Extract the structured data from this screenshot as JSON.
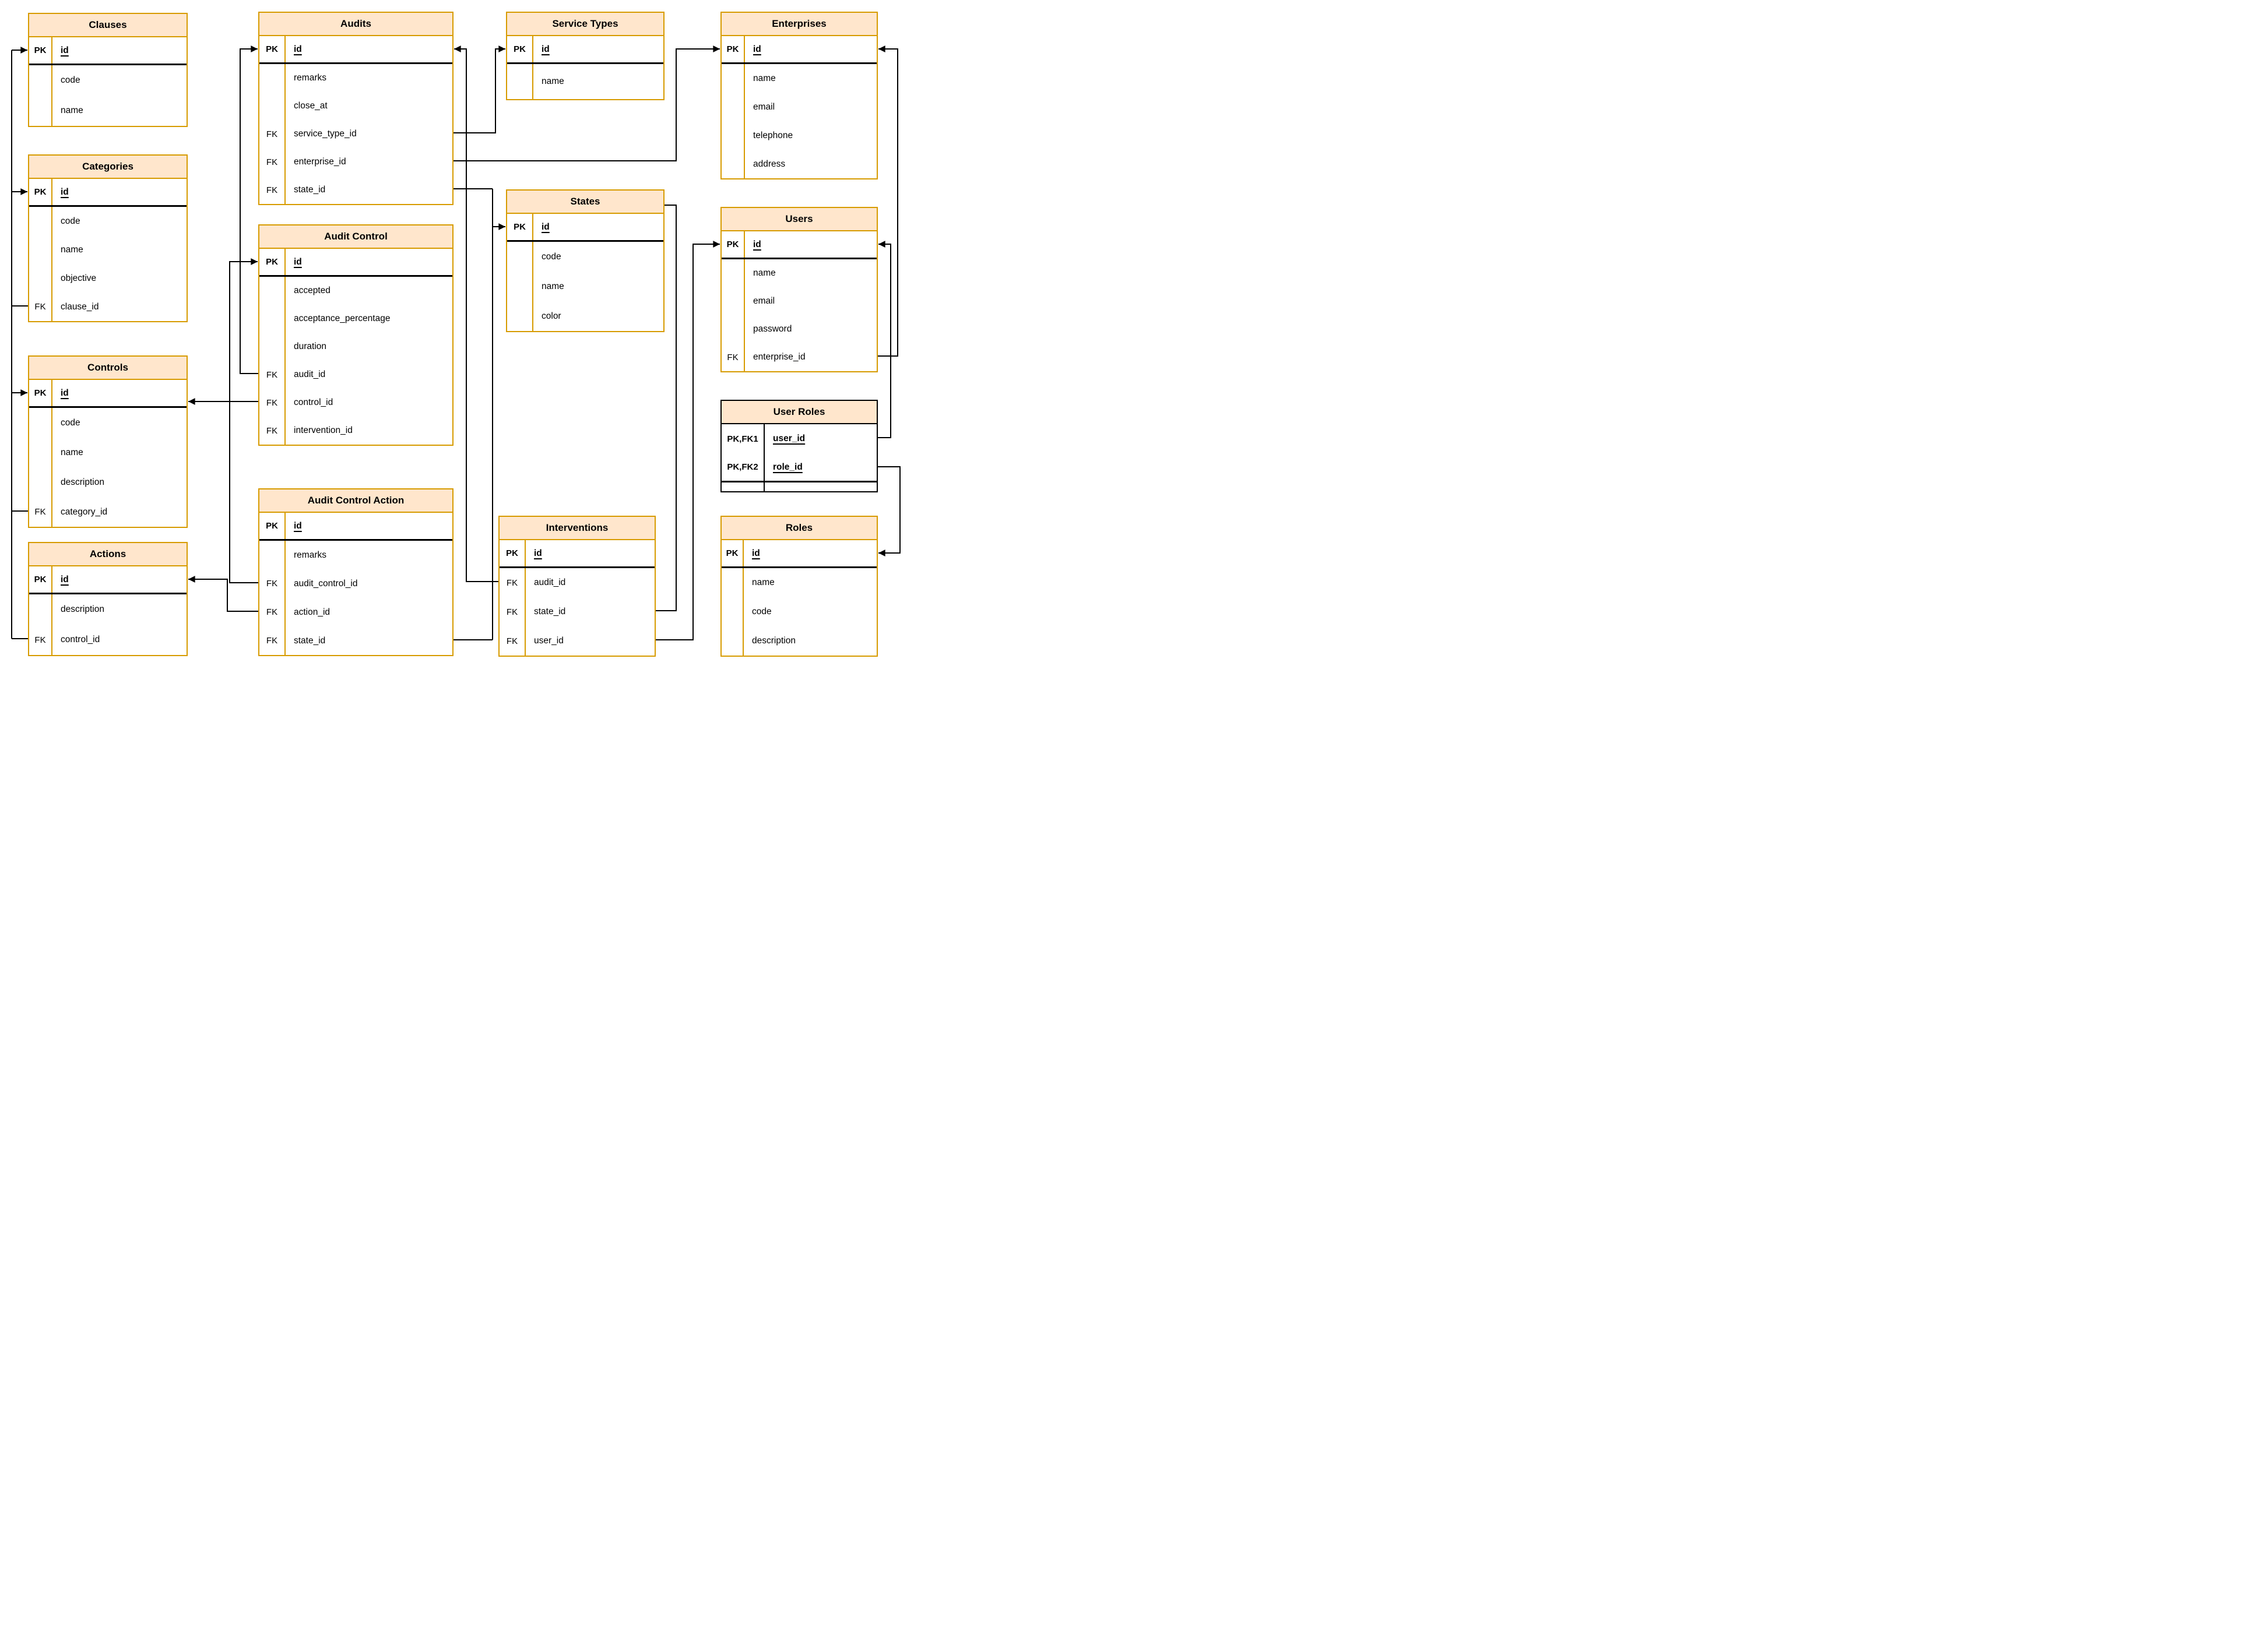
{
  "diagram": {
    "colors": {
      "header_fill": "#FFE6CC",
      "table_border": "#D79B00",
      "junction_table_border": "#000000",
      "connector": "#000000",
      "text": "#000000",
      "background": "#FFFFFF"
    },
    "tables": [
      {
        "id": "clauses",
        "title": "Clauses",
        "rows": [
          {
            "key": "PK",
            "label": "id",
            "pk": true,
            "sep": true
          },
          {
            "key": "",
            "label": "code"
          },
          {
            "key": "",
            "label": "name"
          }
        ]
      },
      {
        "id": "categories",
        "title": "Categories",
        "rows": [
          {
            "key": "PK",
            "label": "id",
            "pk": true,
            "sep": true
          },
          {
            "key": "",
            "label": "code"
          },
          {
            "key": "",
            "label": "name"
          },
          {
            "key": "",
            "label": "objective"
          },
          {
            "key": "FK",
            "label": "clause_id"
          }
        ]
      },
      {
        "id": "controls",
        "title": "Controls",
        "rows": [
          {
            "key": "PK",
            "label": "id",
            "pk": true,
            "sep": true
          },
          {
            "key": "",
            "label": "code"
          },
          {
            "key": "",
            "label": "name"
          },
          {
            "key": "",
            "label": "description"
          },
          {
            "key": "FK",
            "label": "category_id"
          }
        ]
      },
      {
        "id": "actions",
        "title": "Actions",
        "rows": [
          {
            "key": "PK",
            "label": "id",
            "pk": true,
            "sep": true
          },
          {
            "key": "",
            "label": "description"
          },
          {
            "key": "FK",
            "label": "control_id"
          }
        ]
      },
      {
        "id": "audits",
        "title": "Audits",
        "rows": [
          {
            "key": "PK",
            "label": "id",
            "pk": true,
            "sep": true
          },
          {
            "key": "",
            "label": "remarks"
          },
          {
            "key": "",
            "label": "close_at"
          },
          {
            "key": "FK",
            "label": "service_type_id"
          },
          {
            "key": "FK",
            "label": "enterprise_id"
          },
          {
            "key": "FK",
            "label": "state_id"
          }
        ]
      },
      {
        "id": "audit_control",
        "title": "Audit Control",
        "rows": [
          {
            "key": "PK",
            "label": "id",
            "pk": true,
            "sep": true
          },
          {
            "key": "",
            "label": "accepted"
          },
          {
            "key": "",
            "label": "acceptance_percentage"
          },
          {
            "key": "",
            "label": "duration"
          },
          {
            "key": "FK",
            "label": "audit_id"
          },
          {
            "key": "FK",
            "label": "control_id"
          },
          {
            "key": "FK",
            "label": "intervention_id"
          }
        ]
      },
      {
        "id": "audit_control_action",
        "title": "Audit Control Action",
        "rows": [
          {
            "key": "PK",
            "label": "id",
            "pk": true,
            "sep": true
          },
          {
            "key": "",
            "label": "remarks"
          },
          {
            "key": "FK",
            "label": "audit_control_id"
          },
          {
            "key": "FK",
            "label": "action_id"
          },
          {
            "key": "FK",
            "label": "state_id"
          }
        ]
      },
      {
        "id": "service_types",
        "title": "Service Types",
        "rows": [
          {
            "key": "PK",
            "label": "id",
            "pk": true,
            "sep": true
          },
          {
            "key": "",
            "label": "name"
          }
        ]
      },
      {
        "id": "states",
        "title": "States",
        "rows": [
          {
            "key": "PK",
            "label": "id",
            "pk": true,
            "sep": true
          },
          {
            "key": "",
            "label": "code"
          },
          {
            "key": "",
            "label": "name"
          },
          {
            "key": "",
            "label": "color"
          }
        ]
      },
      {
        "id": "interventions",
        "title": "Interventions",
        "rows": [
          {
            "key": "PK",
            "label": "id",
            "pk": true,
            "sep": true
          },
          {
            "key": "FK",
            "label": "audit_id"
          },
          {
            "key": "FK",
            "label": "state_id"
          },
          {
            "key": "FK",
            "label": "user_id"
          }
        ]
      },
      {
        "id": "enterprises",
        "title": "Enterprises",
        "rows": [
          {
            "key": "PK",
            "label": "id",
            "pk": true,
            "sep": true
          },
          {
            "key": "",
            "label": "name"
          },
          {
            "key": "",
            "label": "email"
          },
          {
            "key": "",
            "label": "telephone"
          },
          {
            "key": "",
            "label": "address"
          }
        ]
      },
      {
        "id": "users",
        "title": "Users",
        "rows": [
          {
            "key": "PK",
            "label": "id",
            "pk": true,
            "sep": true
          },
          {
            "key": "",
            "label": "name"
          },
          {
            "key": "",
            "label": "email"
          },
          {
            "key": "",
            "label": "password"
          },
          {
            "key": "FK",
            "label": "enterprise_id"
          }
        ]
      },
      {
        "id": "user_roles",
        "title": "User Roles",
        "style": "black",
        "rows": [
          {
            "key": "PK,FK1",
            "label": "user_id",
            "pk": true
          },
          {
            "key": "PK,FK2",
            "label": "role_id",
            "pk": true,
            "sep": true
          },
          {
            "key": "",
            "label": "",
            "empty": true
          }
        ]
      },
      {
        "id": "roles",
        "title": "Roles",
        "rows": [
          {
            "key": "PK",
            "label": "id",
            "pk": true,
            "sep": true
          },
          {
            "key": "",
            "label": "name"
          },
          {
            "key": "",
            "label": "code"
          },
          {
            "key": "",
            "label": "description"
          }
        ]
      }
    ],
    "relationships": [
      {
        "from": "Categories.clause_id",
        "to": "Clauses.id"
      },
      {
        "from": "Controls.category_id",
        "to": "Categories.id"
      },
      {
        "from": "Actions.control_id",
        "to": "Controls.id"
      },
      {
        "from": "Audit Control.audit_id",
        "to": "Audits.id"
      },
      {
        "from": "Audit Control.control_id",
        "to": "Controls.id"
      },
      {
        "from": "Audit Control Action.audit_control_id",
        "to": "Audit Control.id"
      },
      {
        "from": "Audit Control Action.action_id",
        "to": "Actions.id"
      },
      {
        "from": "Audit Control Action.state_id",
        "to": "States.id"
      },
      {
        "from": "Audits.service_type_id",
        "to": "Service Types.id"
      },
      {
        "from": "Audits.enterprise_id",
        "to": "Enterprises.id"
      },
      {
        "from": "Audits.state_id",
        "to": "States.id"
      },
      {
        "from": "Interventions.audit_id",
        "to": "Audits.id"
      },
      {
        "from": "Interventions.state_id",
        "to": "States.id"
      },
      {
        "from": "Interventions.user_id",
        "to": "Users.id"
      },
      {
        "from": "Users.enterprise_id",
        "to": "Enterprises.id"
      },
      {
        "from": "User Roles.user_id",
        "to": "Users.id"
      },
      {
        "from": "User Roles.role_id",
        "to": "Roles.id"
      }
    ]
  }
}
